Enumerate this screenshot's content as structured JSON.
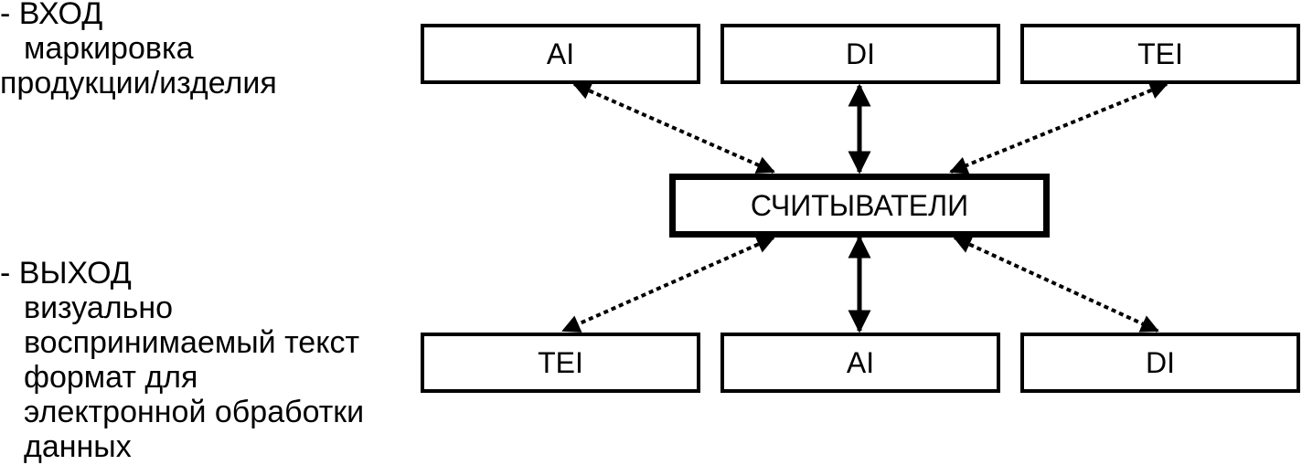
{
  "input_note": {
    "heading": "- ВХОД",
    "lines": [
      "маркировка",
      "продукции/изделия"
    ]
  },
  "output_note": {
    "heading": "- ВЫХОД",
    "lines": [
      "визуально",
      "воспринимаемый текст",
      "формат для",
      "электронной обработки",
      "данных"
    ]
  },
  "top_boxes": [
    "AI",
    "DI",
    "TEI"
  ],
  "center_box": "СЧИТЫВАТЕЛИ",
  "bottom_boxes": [
    "TEI",
    "AI",
    "DI"
  ],
  "colors": {
    "stroke": "#000000",
    "background": "#ffffff"
  }
}
